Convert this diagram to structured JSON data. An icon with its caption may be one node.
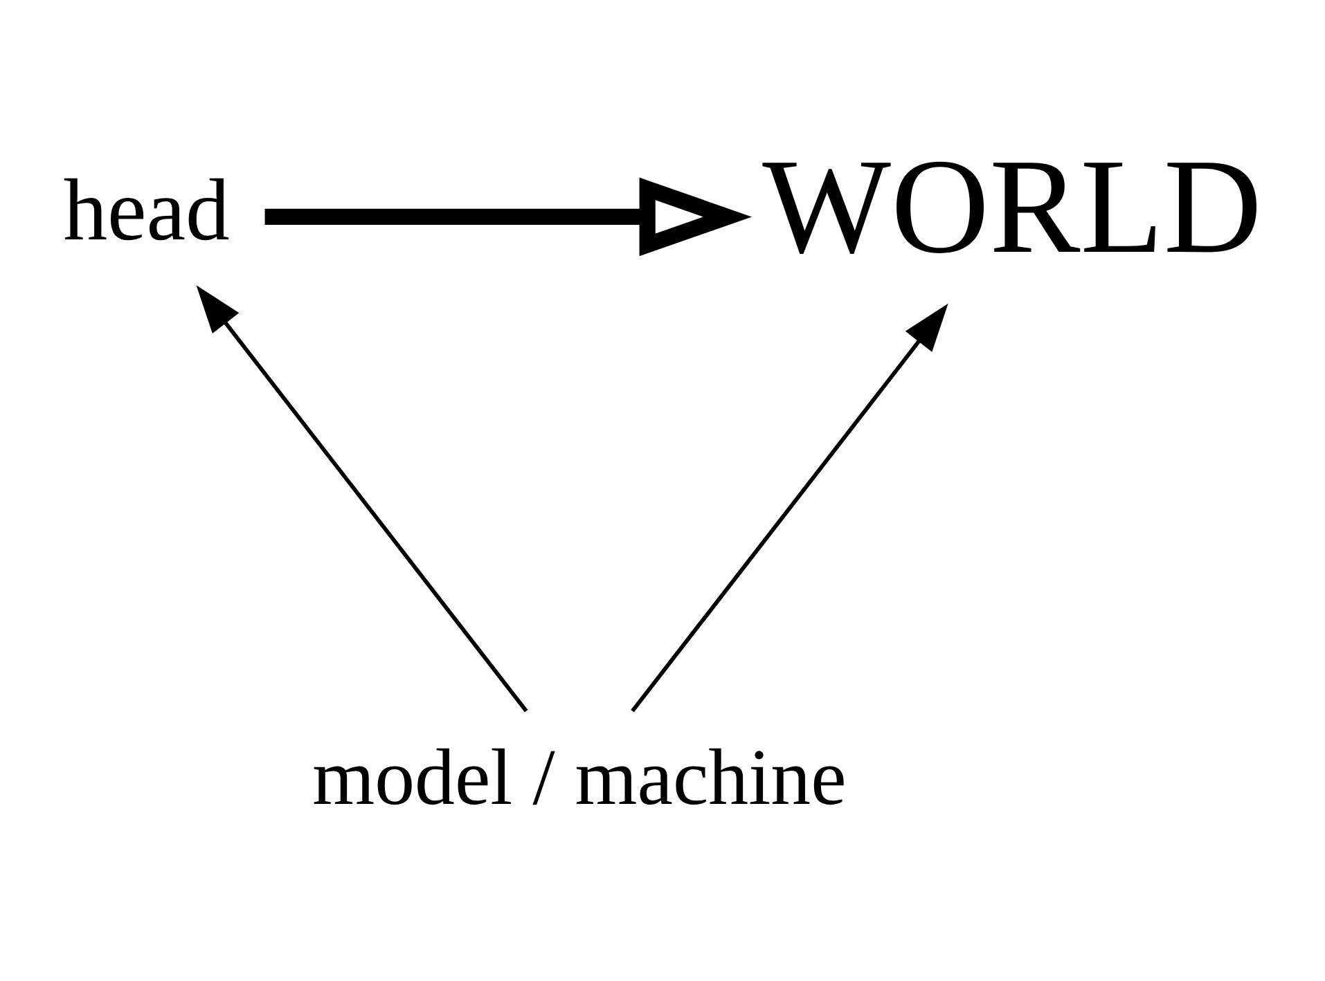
{
  "diagram": {
    "nodes": [
      {
        "text": [
          "head"
        ]
      },
      {
        "text": [
          "WORLD"
        ]
      },
      {
        "text": [
          "model / machine"
        ]
      }
    ],
    "edges": [
      {
        "from": 0,
        "to": 1,
        "arrow": "to",
        "style": "thick"
      },
      {
        "from": 2,
        "to": 0,
        "arrow": "to"
      },
      {
        "from": 2,
        "to": 1,
        "arrow": "to"
      }
    ]
  }
}
